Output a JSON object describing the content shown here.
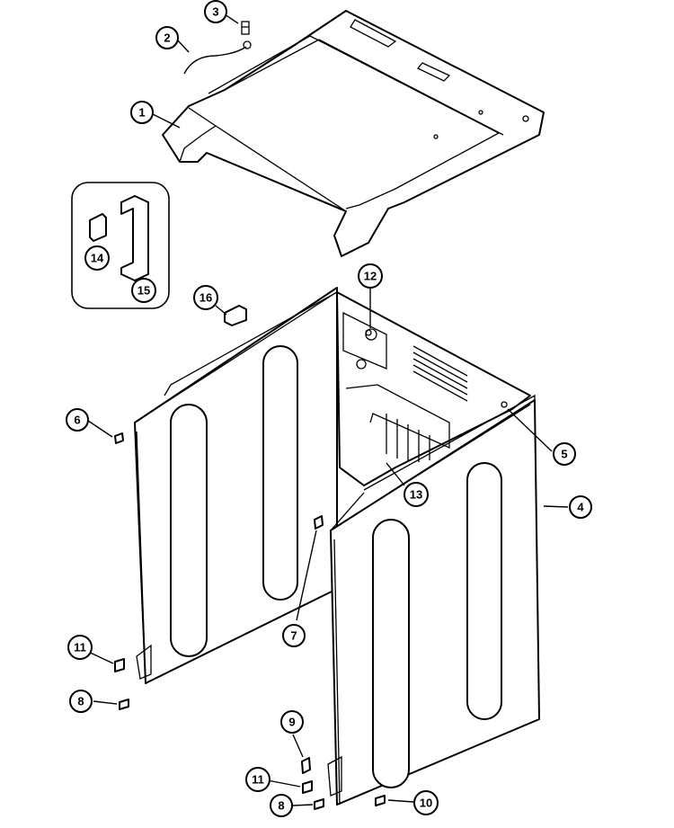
{
  "callouts": [
    {
      "id": "c1",
      "label": "1"
    },
    {
      "id": "c2",
      "label": "2"
    },
    {
      "id": "c3",
      "label": "3"
    },
    {
      "id": "c4",
      "label": "4"
    },
    {
      "id": "c5",
      "label": "5"
    },
    {
      "id": "c6",
      "label": "6"
    },
    {
      "id": "c7",
      "label": "7"
    },
    {
      "id": "c8a",
      "label": "8"
    },
    {
      "id": "c8b",
      "label": "8"
    },
    {
      "id": "c9",
      "label": "9"
    },
    {
      "id": "c10",
      "label": "10"
    },
    {
      "id": "c11a",
      "label": "11"
    },
    {
      "id": "c11b",
      "label": "11"
    },
    {
      "id": "c12",
      "label": "12"
    },
    {
      "id": "c13",
      "label": "13"
    },
    {
      "id": "c14",
      "label": "14"
    },
    {
      "id": "c15",
      "label": "15"
    },
    {
      "id": "c16",
      "label": "16"
    }
  ]
}
